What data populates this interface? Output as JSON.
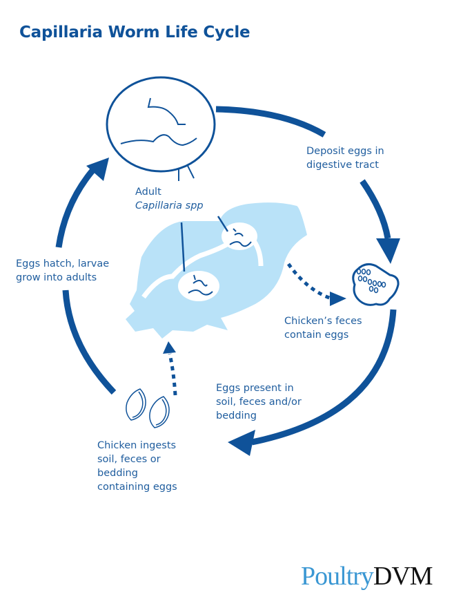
{
  "title": "Capillaria Worm Life Cycle",
  "colors": {
    "primary": "#0f5299",
    "chicken_fill": "#b9e2f8",
    "logo_blue": "#3a97d3",
    "logo_dark": "#111111"
  },
  "labels": {
    "adult": {
      "line1": "Adult",
      "line2": "Capillaria spp"
    },
    "deposit": {
      "line1": "Deposit eggs in",
      "line2": "digestive tract"
    },
    "feces": {
      "line1": "Chicken’s feces",
      "line2": "contain eggs"
    },
    "present": {
      "line1": "Eggs present in",
      "line2": "soil, feces and/or",
      "line3": "bedding"
    },
    "ingests": {
      "line1": "Chicken ingests",
      "line2": "soil, feces or",
      "line3": "bedding",
      "line4": "containing eggs"
    },
    "hatch": {
      "line1": "Eggs hatch, larvae",
      "line2": "grow into adults"
    }
  },
  "icons": {
    "worms_circle": "magnified-worms-icon",
    "chicken": "chicken-silhouette-icon",
    "feces": "feces-with-eggs-icon",
    "eggs": "capillaria-eggs-icon"
  },
  "logo": {
    "part1": "Poultry",
    "part2": "DVM"
  }
}
